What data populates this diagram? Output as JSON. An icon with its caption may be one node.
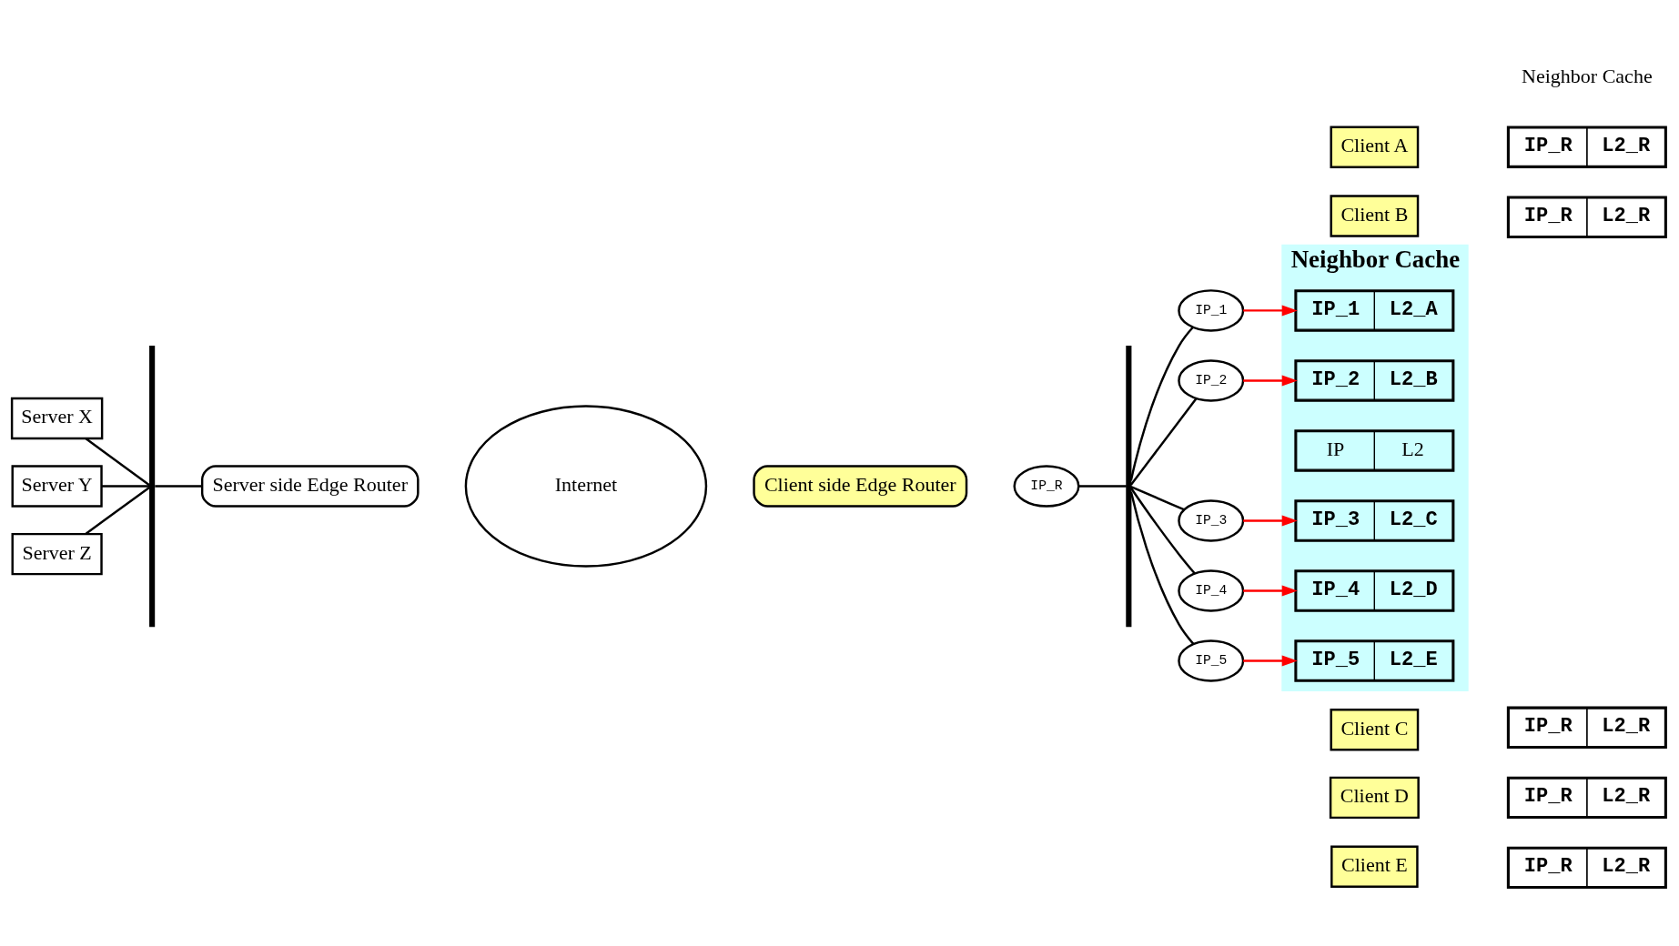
{
  "diagram": {
    "nodes": [
      {
        "text": [
          "Server X"
        ]
      },
      {
        "text": [
          "Server Y"
        ]
      },
      {
        "text": [
          "Server Z"
        ]
      },
      {
        "text": [],
        "shape": "bar"
      },
      {
        "text": [
          "Server side Edge Router"
        ]
      },
      {
        "text": [
          "Internet"
        ]
      },
      {
        "text": [
          "Client side Edge Router"
        ]
      },
      {
        "text": [
          "IP_R"
        ]
      },
      {
        "text": [],
        "shape": "bar"
      },
      {
        "text": [
          "IP_1"
        ]
      },
      {
        "text": [
          "Client A"
        ]
      },
      {
        "text": [
          "IP_R",
          "L2_R"
        ]
      },
      {
        "text": [
          "IP_2"
        ]
      },
      {
        "text": [
          "Client B"
        ]
      },
      {
        "text": [
          "IP_R",
          "L2_R"
        ]
      },
      {
        "text": [
          "IP_3"
        ]
      },
      {
        "text": [
          "Client C"
        ]
      },
      {
        "text": [
          "IP_R",
          "L2_R"
        ]
      },
      {
        "text": [
          "IP_4"
        ]
      },
      {
        "text": [
          "Client D"
        ]
      },
      {
        "text": [
          "IP_R",
          "L2_R"
        ]
      },
      {
        "text": [
          "IP_5"
        ]
      },
      {
        "text": [
          "Client E"
        ]
      },
      {
        "text": [
          "IP_R",
          "L2_R"
        ]
      },
      {
        "text": [
          "Neighbor Cache"
        ]
      },
      {
        "text": [
          "IP",
          "L2"
        ],
        "in": 24
      },
      {
        "text": [
          "IP_1",
          "L2_A"
        ],
        "in": 24
      },
      {
        "text": [
          "IP_2",
          "L2_B"
        ],
        "in": 24
      },
      {
        "text": [
          "IP_3",
          "L2_C"
        ],
        "in": 24
      },
      {
        "text": [
          "IP_4",
          "L2_D"
        ],
        "in": 24
      },
      {
        "text": [
          "IP_5",
          "L2_E"
        ],
        "in": 24
      }
    ],
    "edges": [
      {
        "from": 0,
        "to": 3,
        "arrow": "none"
      },
      {
        "from": 1,
        "to": 3,
        "arrow": "none"
      },
      {
        "from": 2,
        "to": 3,
        "arrow": "none"
      },
      {
        "from": 3,
        "to": 4,
        "arrow": "none"
      },
      {
        "from": 7,
        "to": 8,
        "arrow": "none"
      },
      {
        "from": 8,
        "to": 9,
        "arrow": "none"
      },
      {
        "from": 8,
        "to": 12,
        "arrow": "none"
      },
      {
        "from": 8,
        "to": 15,
        "arrow": "none"
      },
      {
        "from": 8,
        "to": 18,
        "arrow": "none"
      },
      {
        "from": 8,
        "to": 21,
        "arrow": "none"
      },
      {
        "from": 9,
        "to": 26,
        "arrow": "to",
        "color": "#ff0000"
      },
      {
        "from": 12,
        "to": 27,
        "arrow": "to",
        "color": "#ff0000"
      },
      {
        "from": 15,
        "to": 28,
        "arrow": "to",
        "color": "#ff0000"
      },
      {
        "from": 18,
        "to": 29,
        "arrow": "to",
        "color": "#ff0000"
      },
      {
        "from": 21,
        "to": 30,
        "arrow": "to",
        "color": "#ff0000"
      }
    ],
    "labels": [
      "Neighbor Cache"
    ]
  }
}
